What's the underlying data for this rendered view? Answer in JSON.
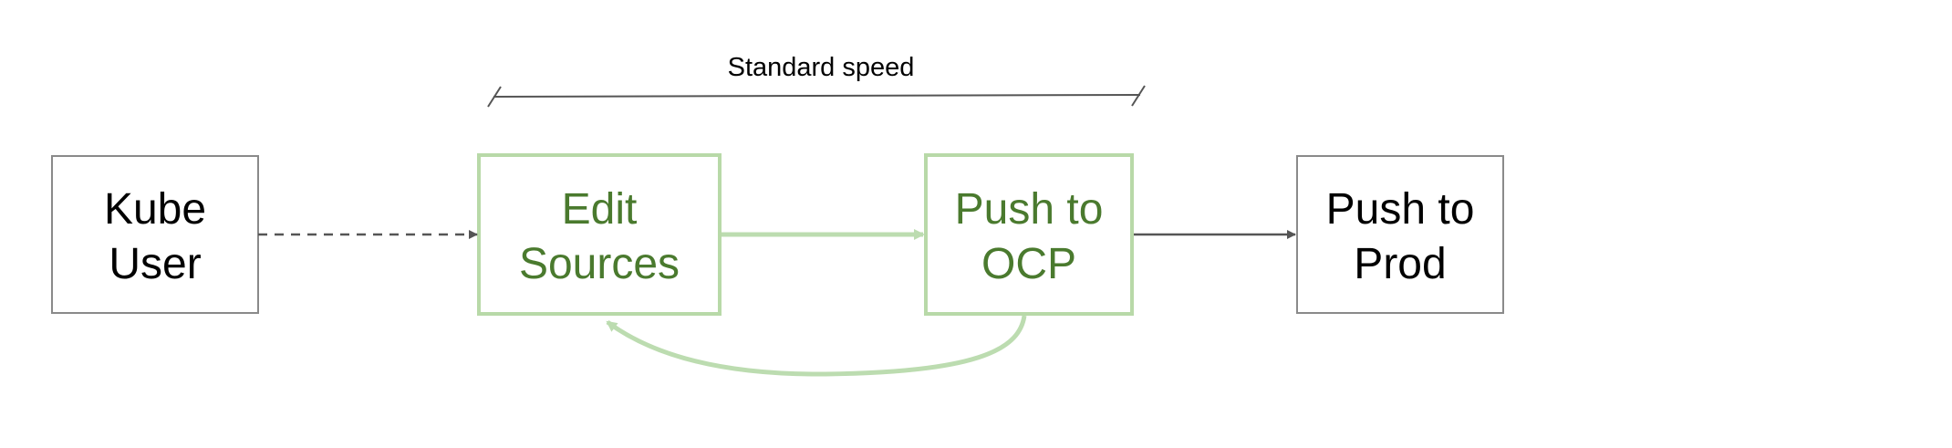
{
  "bracket": {
    "label": "Standard speed"
  },
  "nodes": {
    "kube_user": {
      "line1": "Kube",
      "line2": "User"
    },
    "edit_sources": {
      "line1": "Edit",
      "line2": "Sources"
    },
    "push_ocp": {
      "line1": "Push to",
      "line2": "OCP"
    },
    "push_prod": {
      "line1": "Push to",
      "line2": "Prod"
    }
  },
  "colors": {
    "neutral_border": "#8a8a8a",
    "neutral_text": "#000000",
    "green_border": "#b8d9a8",
    "green_text": "#4a7a2e",
    "arrow_dark": "#555555",
    "arrow_green": "#bcdcb0"
  }
}
